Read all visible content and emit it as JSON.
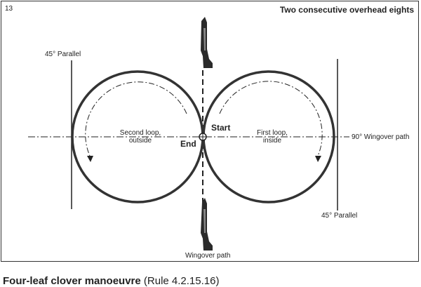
{
  "figure_number": "13",
  "title": "Two consecutive overhead eights",
  "labels": {
    "parallel_left": "45° Parallel",
    "parallel_right": "45° Parallel",
    "wingover_path_horizontal": "90° Wingover path",
    "wingover_path_vertical": "Wingover path",
    "start": "Start",
    "end": "End",
    "second_loop_line1": "Second loop,",
    "second_loop_line2": "outside",
    "first_loop_line1": "First loop,",
    "first_loop_line2": "inside"
  },
  "caption": {
    "bold": "Four-leaf clover manoeuvre",
    "normal": " (Rule 4.2.15.16)"
  }
}
